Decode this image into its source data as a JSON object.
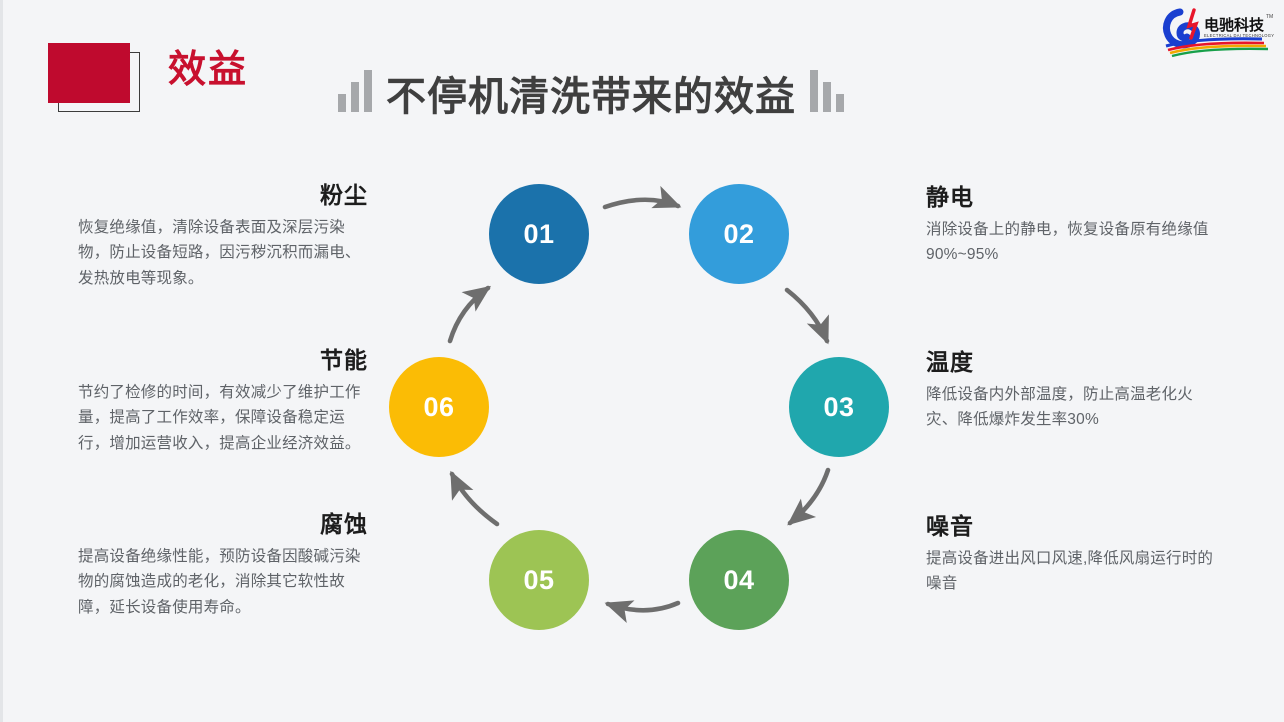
{
  "header": {
    "tag_label": "效益",
    "title": "不停机清洗带来的效益",
    "accent_red": "#c8102e",
    "title_color": "#3f3f3f"
  },
  "logo": {
    "name": "dianchi-technology-logo",
    "cn_text": "电驰科技",
    "en_text": "ELECTRICAL DAI TECHNOLOGY",
    "tm": "TM"
  },
  "diagram": {
    "type": "cycle",
    "nodes": [
      {
        "number": "01",
        "color": "#1b72ab",
        "topic": "粉尘"
      },
      {
        "number": "02",
        "color": "#339ddb",
        "topic": "静电"
      },
      {
        "number": "03",
        "color": "#20a7ad",
        "topic": "温度"
      },
      {
        "number": "04",
        "color": "#5ca259",
        "topic": "噪音"
      },
      {
        "number": "05",
        "color": "#9dc454",
        "topic": "腐蚀"
      },
      {
        "number": "06",
        "color": "#fbbc05",
        "topic": "节能"
      }
    ],
    "arrow_color": "#6e6e6e"
  },
  "blocks": {
    "dust": {
      "title": "粉尘",
      "text": "恢复绝缘值，清除设备表面及深层污染物，防止设备短路，因污秽沉积而漏电、发热放电等现象。"
    },
    "energy": {
      "title": "节能",
      "text": "节约了检修的时间，有效减少了维护工作量，提高了工作效率，保障设备稳定运行，增加运营收入，提高企业经济效益。"
    },
    "corrosion": {
      "title": "腐蚀",
      "text": "提高设备绝缘性能，预防设备因酸碱污染物的腐蚀造成的老化，消除其它软性故障，延长设备使用寿命。"
    },
    "static": {
      "title": "静电",
      "text": "消除设备上的静电，恢复设备原有绝缘值90%~95%"
    },
    "temperature": {
      "title": "温度",
      "text": "降低设备内外部温度，防止高温老化火灾、降低爆炸发生率30%"
    },
    "noise": {
      "title": "噪音",
      "text": "提高设备进出风口风速,降低风扇运行时的噪音"
    }
  }
}
